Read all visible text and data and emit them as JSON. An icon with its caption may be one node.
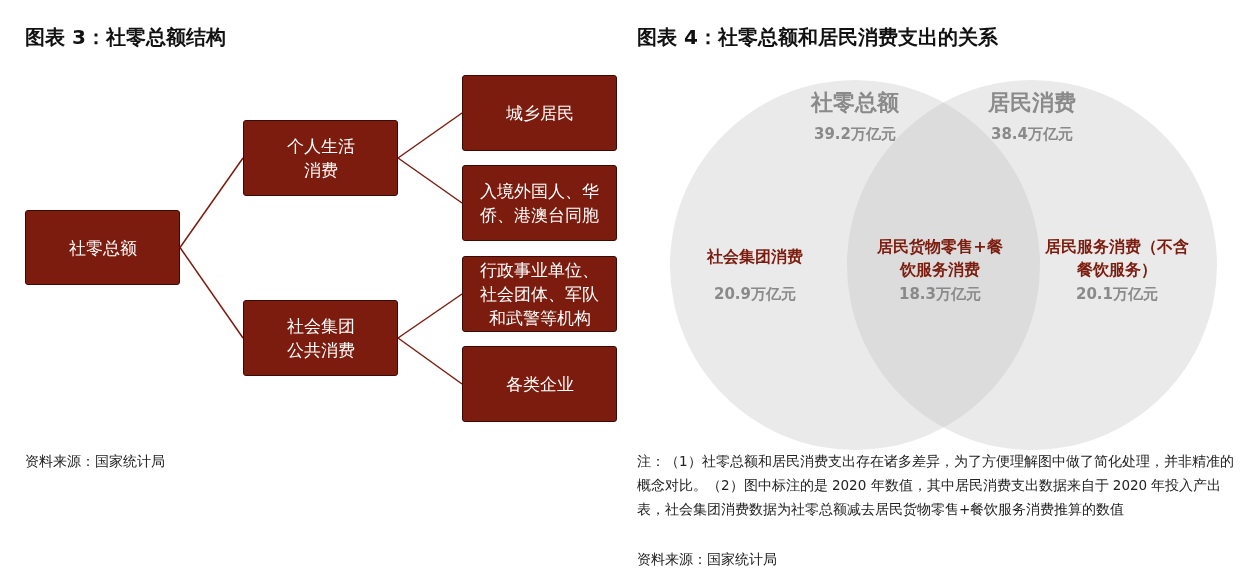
{
  "diagram": {
    "nodes": [
      {
        "text": [
          "社零总额"
        ]
      },
      {
        "text": [
          "个人生活消费"
        ]
      },
      {
        "text": [
          "社会集团公共消费"
        ]
      },
      {
        "text": [
          "城乡居民"
        ]
      },
      {
        "text": [
          "入境外国人、华侨、港澳台同胞"
        ]
      },
      {
        "text": [
          "行政事业单位、社会团体、军队和武警等机构"
        ]
      },
      {
        "text": [
          "各类企业"
        ]
      },
      {
        "text": [
          "社零总额",
          "39.2万亿元"
        ]
      },
      {
        "text": [
          "居民消费",
          "38.4万亿元"
        ]
      }
    ],
    "edges": [
      {
        "from": 0,
        "to": 1,
        "arrow": "none"
      },
      {
        "from": 0,
        "to": 2,
        "arrow": "none"
      },
      {
        "from": 1,
        "to": 3,
        "arrow": "none"
      },
      {
        "from": 1,
        "to": 4,
        "arrow": "none"
      },
      {
        "from": 2,
        "to": 5,
        "arrow": "none"
      },
      {
        "from": 2,
        "to": 6,
        "arrow": "none"
      }
    ],
    "labels": [
      "图表 3：社零总额结构",
      "图表 4：社零总额和居民消费支出的关系",
      "社会集团消费",
      "20.9万亿元",
      "居民货物零售+餐饮服务消费",
      "18.3万亿元",
      "居民服务消费（不含餐饮服务）",
      "20.1万亿元",
      "资料来源：国家统计局",
      "注：（1）社零总额和居民消费支出存在诸多差异，为了方便理解图中做了简化处理，并非精准的概念对比。（2）图中标注的是 2020 年数值，其中居民消费支出数据来自于 2020 年投入产出表，社会集团消费数据为社零总额减去居民货物零售+餐饮服务消费推算的数值",
      "资料来源：国家统计局"
    ]
  }
}
